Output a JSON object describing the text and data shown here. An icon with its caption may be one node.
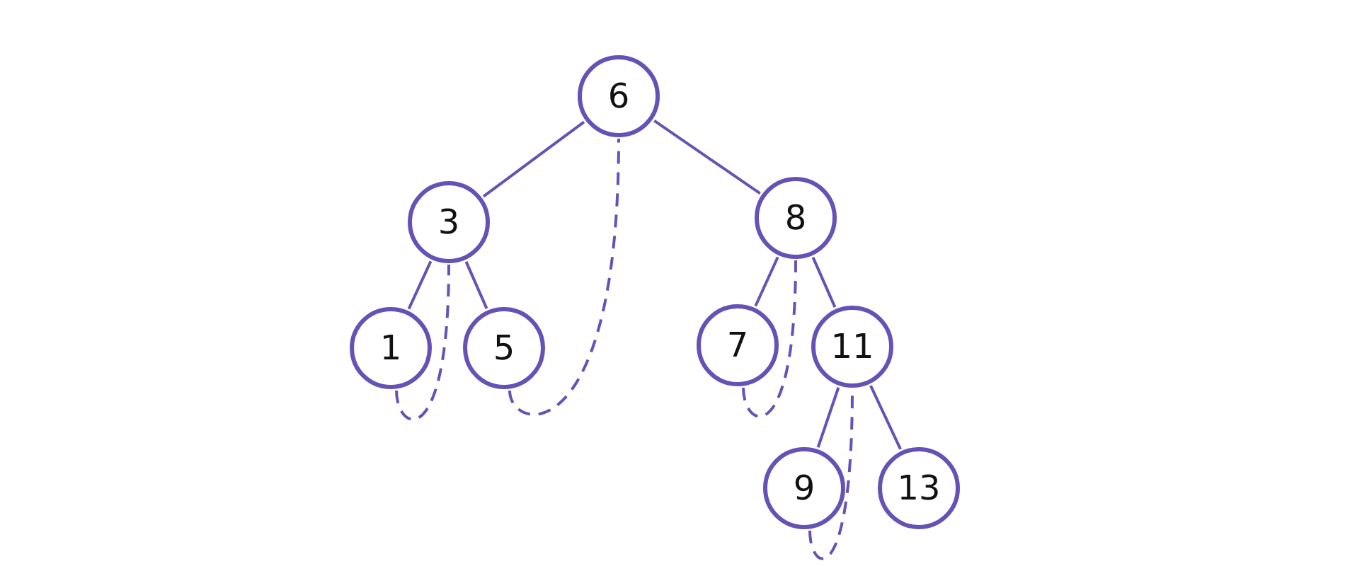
{
  "diagram": {
    "nodes": [
      {
        "text": [
          "6"
        ]
      },
      {
        "text": [
          "3"
        ]
      },
      {
        "text": [
          "8"
        ]
      },
      {
        "text": [
          "1"
        ]
      },
      {
        "text": [
          "5"
        ]
      },
      {
        "text": [
          "7"
        ]
      },
      {
        "text": [
          "11"
        ]
      },
      {
        "text": [
          "9"
        ]
      },
      {
        "text": [
          "13"
        ]
      }
    ],
    "edges": [
      {
        "from": 0,
        "to": 1,
        "arrow": "none"
      },
      {
        "from": 0,
        "to": 2,
        "arrow": "none"
      },
      {
        "from": 1,
        "to": 3,
        "arrow": "none"
      },
      {
        "from": 1,
        "to": 4,
        "arrow": "none"
      },
      {
        "from": 2,
        "to": 5,
        "arrow": "none"
      },
      {
        "from": 2,
        "to": 6,
        "arrow": "none"
      },
      {
        "from": 6,
        "to": 7,
        "arrow": "none"
      },
      {
        "from": 6,
        "to": 8,
        "arrow": "none"
      },
      {
        "from": 3,
        "to": 1,
        "arrow": "none",
        "style": "dashed"
      },
      {
        "from": 4,
        "to": 0,
        "arrow": "none",
        "style": "dashed"
      },
      {
        "from": 5,
        "to": 2,
        "arrow": "none",
        "style": "dashed"
      },
      {
        "from": 7,
        "to": 6,
        "arrow": "none",
        "style": "dashed"
      }
    ]
  }
}
